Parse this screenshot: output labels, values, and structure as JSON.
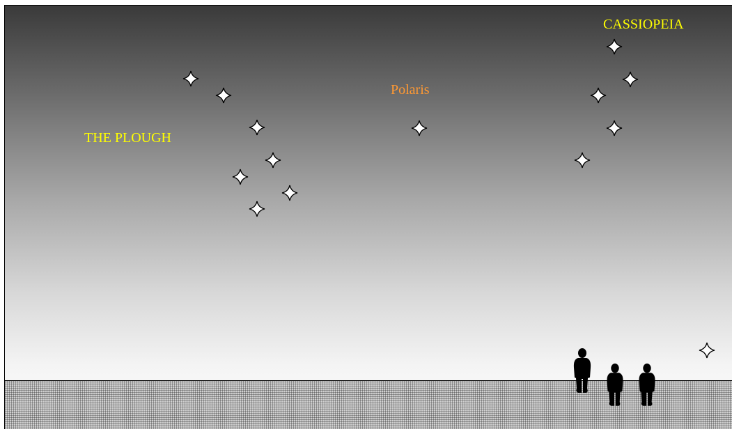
{
  "labels": {
    "plough": "THE PLOUGH",
    "polaris": "Polaris",
    "cassiopeia": "CASSIOPEIA"
  },
  "colors": {
    "plough_label": "#ffff00",
    "polaris_label": "#ff9933",
    "cassiopeia_label": "#ffff00",
    "star_fill": "#ffffff",
    "star_outline": "#000000",
    "silhouette": "#000000"
  },
  "icons": {
    "star": "four-point-star-icon",
    "person": "person-silhouette-icon"
  },
  "constellations": [
    {
      "id": "plough",
      "star_count": 7
    },
    {
      "id": "polaris",
      "star_count": 1
    },
    {
      "id": "cassiopeia",
      "star_count": 5
    },
    {
      "id": "horizon",
      "star_count": 1
    }
  ],
  "people_count": 3
}
